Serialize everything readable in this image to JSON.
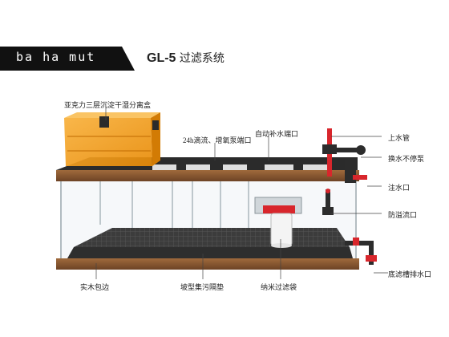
{
  "header": {
    "brand": "ba ha mut",
    "model": "GL-5",
    "model_suffix": "过滤系统"
  },
  "labels": {
    "acrylic_box": "亚克力三层沉淀干湿分离盒",
    "drip_flow": "24h滴流、增氧泵端口",
    "auto_refill": "自动补水端口",
    "inlet_pipe": "上水管",
    "water_pump": "换水不停泵",
    "fill_port": "注水口",
    "overflow_port": "防溢流口",
    "bottom_drain": "底滤槽排水口",
    "wood_edge": "实木包边",
    "sloped_mat": "坡型集污隔垫",
    "nano_bag": "纳米过滤袋"
  },
  "colors": {
    "banner": "#111111",
    "acrylic": "#f6a015",
    "wood": "#8a5a33",
    "pipe_red": "#d8262c",
    "pipe_dark": "#2c2c2c",
    "glass": "#cfd8dc"
  }
}
